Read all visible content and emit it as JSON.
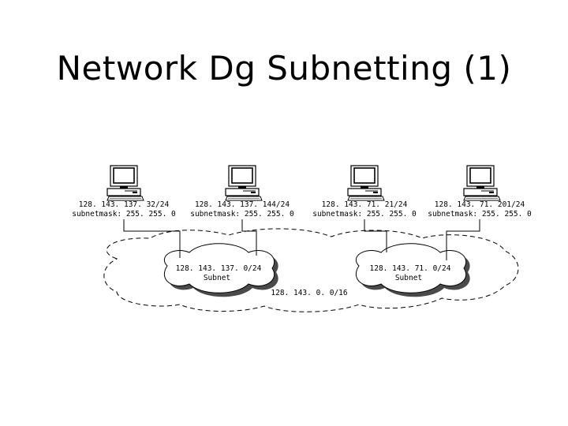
{
  "title": "Network Dg Subnetting (1)",
  "hosts": [
    {
      "ip": "128. 143. 137. 32/24",
      "mask": "subnetmask: 255. 255. 0"
    },
    {
      "ip": "128. 143. 137. 144/24",
      "mask": "subnetmask: 255. 255. 0"
    },
    {
      "ip": "128. 143. 71. 21/24",
      "mask": "subnetmask: 255. 255. 0"
    },
    {
      "ip": "128. 143. 71. 201/24",
      "mask": "subnetmask: 255. 255. 0"
    }
  ],
  "subnets": [
    {
      "network": "128. 143. 137. 0/24",
      "label": "Subnet"
    },
    {
      "network": "128. 143. 71. 0/24",
      "label": "Subnet"
    }
  ],
  "network": "128. 143. 0. 0/16",
  "icons": {
    "host": "desktop-computer-icon",
    "network": "cloud-shape"
  }
}
